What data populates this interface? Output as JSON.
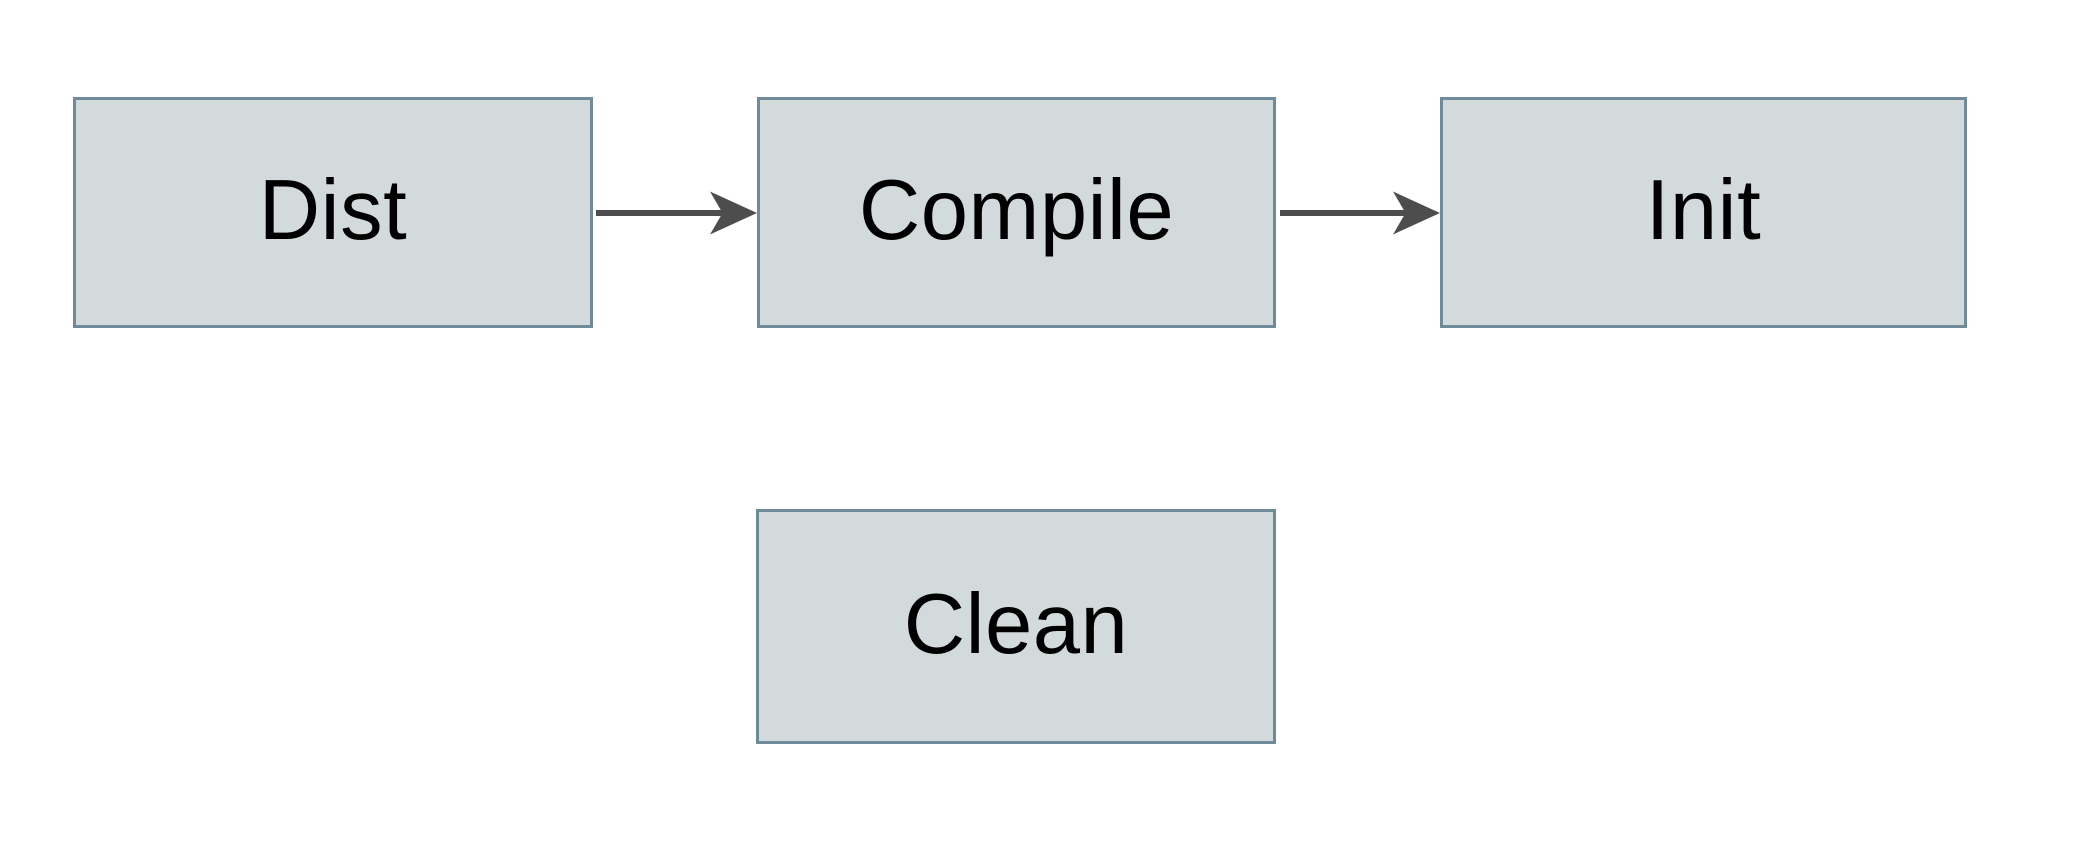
{
  "diagram": {
    "type": "flowchart",
    "background_color": "#ffffff",
    "node_fill_color": "#d3dadc",
    "node_border_color": "#6f8a98",
    "arrow_color": "#4d4d4d",
    "text_color": "#000000",
    "nodes": [
      {
        "id": "dist",
        "label": "Dist"
      },
      {
        "id": "compile",
        "label": "Compile"
      },
      {
        "id": "init",
        "label": "Init"
      },
      {
        "id": "clean",
        "label": "Clean"
      }
    ],
    "edges": [
      {
        "from": "Dist",
        "to": "Compile"
      },
      {
        "from": "Compile",
        "to": "Init"
      }
    ]
  }
}
